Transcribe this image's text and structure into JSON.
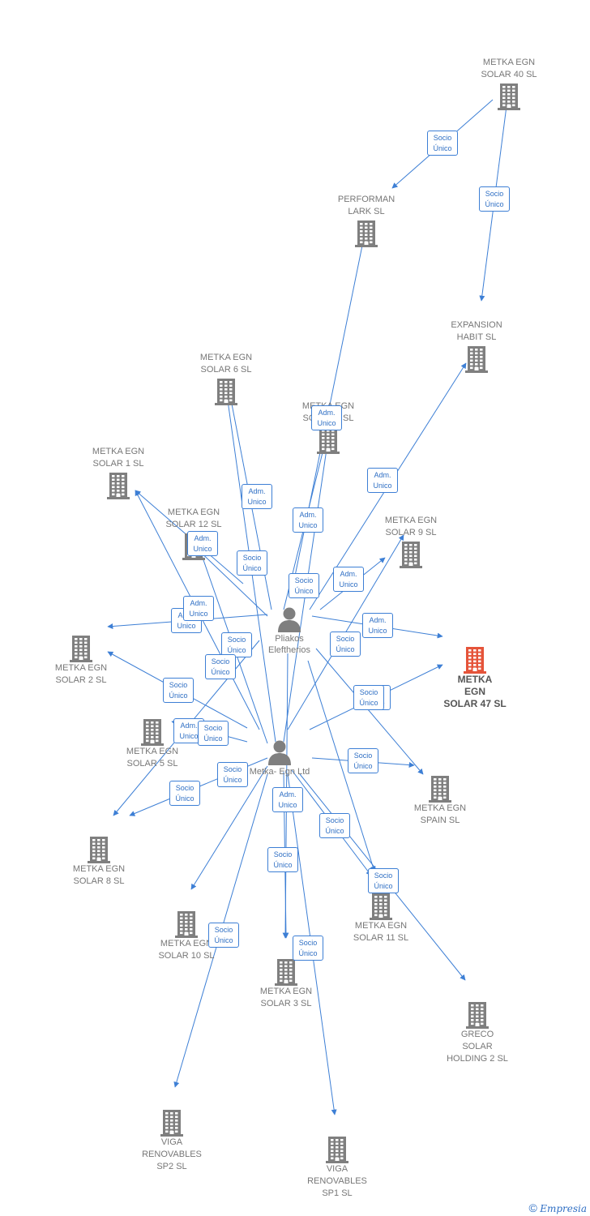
{
  "colors": {
    "edge": "#3d7fd5",
    "node": "#7f7f7f",
    "focus": "#e5543a"
  },
  "people": [
    {
      "id": "pliakos",
      "label": "Pliakos\nEleftherios",
      "icon": "person-icon"
    },
    {
      "id": "metkaegn",
      "label": "Metka- Egn Ltd",
      "icon": "person-icon"
    }
  ],
  "companies": [
    {
      "id": "solar40",
      "label": "METKA EGN\nSOLAR 40  SL",
      "icon": "building-icon"
    },
    {
      "id": "performan",
      "label": "PERFORMAN\nLARK  SL",
      "icon": "building-icon"
    },
    {
      "id": "expansion",
      "label": "EXPANSION\nHABIT  SL",
      "icon": "building-icon"
    },
    {
      "id": "solar6",
      "label": "METKA EGN\nSOLAR 6  SL",
      "icon": "building-icon"
    },
    {
      "id": "solar7",
      "label": "METKA EGN\nSOLAR 7  SL",
      "icon": "building-icon"
    },
    {
      "id": "solar1",
      "label": "METKA EGN\nSOLAR 1  SL",
      "icon": "building-icon"
    },
    {
      "id": "solar12",
      "label": "METKA EGN\nSOLAR 12  SL",
      "icon": "building-icon"
    },
    {
      "id": "solar9",
      "label": "METKA EGN\nSOLAR 9  SL",
      "icon": "building-icon"
    },
    {
      "id": "solar47",
      "label": "METKA\nEGN\nSOLAR 47  SL",
      "icon": "building-icon",
      "focus": true
    },
    {
      "id": "solar2",
      "label": "METKA EGN\nSOLAR 2  SL",
      "icon": "building-icon"
    },
    {
      "id": "solar5",
      "label": "METKA EGN\nSOLAR 5  SL",
      "icon": "building-icon"
    },
    {
      "id": "spain",
      "label": "METKA EGN\nSPAIN  SL",
      "icon": "building-icon"
    },
    {
      "id": "solar8",
      "label": "METKA EGN\nSOLAR 8  SL",
      "icon": "building-icon"
    },
    {
      "id": "solar10",
      "label": "METKA EGN\nSOLAR 10  SL",
      "icon": "building-icon"
    },
    {
      "id": "solar11",
      "label": "METKA EGN\nSOLAR 11  SL",
      "icon": "building-icon"
    },
    {
      "id": "solar3",
      "label": "METKA EGN\nSOLAR 3  SL",
      "icon": "building-icon"
    },
    {
      "id": "greco",
      "label": "GRECO\nSOLAR\nHOLDING 2  SL",
      "icon": "building-icon"
    },
    {
      "id": "viga2",
      "label": "VIGA\nRENOVABLES\nSP2  SL",
      "icon": "building-icon"
    },
    {
      "id": "viga1",
      "label": "VIGA\nRENOVABLES\nSP1  SL",
      "icon": "building-icon"
    }
  ],
  "relations": [
    {
      "from": "solar40",
      "to": "performan",
      "label": "Socio\nÚnico"
    },
    {
      "from": "solar40",
      "to": "expansion",
      "label": "Socio\nÚnico"
    },
    {
      "from": "pliakos",
      "to": "performan",
      "label": "Adm.\nUnico"
    },
    {
      "from": "pliakos",
      "to": "expansion",
      "label": "Adm.\nUnico"
    },
    {
      "from": "pliakos",
      "to": "solar6",
      "label": "Adm.\nUnico"
    },
    {
      "from": "pliakos",
      "to": "solar7",
      "label": "Adm.\nUnico"
    },
    {
      "from": "pliakos",
      "to": "solar12",
      "label": "Adm.\nUnico"
    },
    {
      "from": "pliakos",
      "to": "solar9",
      "label": "Adm.\nUnico"
    },
    {
      "from": "pliakos",
      "to": "solar47",
      "label": "Adm.\nUnico"
    },
    {
      "from": "pliakos",
      "to": "solar2",
      "label": "Adm.\nUnico"
    },
    {
      "from": "pliakos",
      "to": "solar1",
      "label": "Adm.\nUnico"
    },
    {
      "from": "pliakos",
      "to": "solar8",
      "label": "Adm.\nUnico"
    },
    {
      "from": "pliakos",
      "to": "spain",
      "label": "Adm.\nUnico"
    },
    {
      "from": "pliakos",
      "to": "solar3",
      "label": "Adm.\nUnico"
    },
    {
      "from": "pliakos",
      "to": "solar11",
      "label": "Adm.\nUnico"
    },
    {
      "from": "metkaegn",
      "to": "solar6",
      "label": "Socio\nÚnico"
    },
    {
      "from": "metkaegn",
      "to": "solar7",
      "label": "Socio\nÚnico"
    },
    {
      "from": "metkaegn",
      "to": "solar12",
      "label": "Socio\nÚnico"
    },
    {
      "from": "metkaegn",
      "to": "solar1",
      "label": "Socio\nÚnico"
    },
    {
      "from": "metkaegn",
      "to": "solar2",
      "label": "Socio\nÚnico"
    },
    {
      "from": "metkaegn",
      "to": "solar9",
      "label": "Socio\nÚnico"
    },
    {
      "from": "metkaegn",
      "to": "solar47",
      "label": "Socio\nÚnico"
    },
    {
      "from": "metkaegn",
      "to": "solar5",
      "label": "Socio\nÚnico"
    },
    {
      "from": "metkaegn",
      "to": "spain",
      "label": "Socio\nÚnico"
    },
    {
      "from": "metkaegn",
      "to": "solar8",
      "label": "Socio\nÚnico"
    },
    {
      "from": "metkaegn",
      "to": "solar10",
      "label": "Socio\nÚnico"
    },
    {
      "from": "metkaegn",
      "to": "solar11",
      "label": "Socio\nÚnico"
    },
    {
      "from": "metkaegn",
      "to": "solar3",
      "label": "Socio\nÚnico"
    },
    {
      "from": "metkaegn",
      "to": "greco",
      "label": "Socio\nÚnico"
    },
    {
      "from": "metkaegn",
      "to": "viga2",
      "label": "Socio\nÚnico"
    },
    {
      "from": "metkaegn",
      "to": "viga1",
      "label": "Socio\nÚnico"
    }
  ],
  "footer": {
    "copyright": "©",
    "brand": "Empresia"
  }
}
